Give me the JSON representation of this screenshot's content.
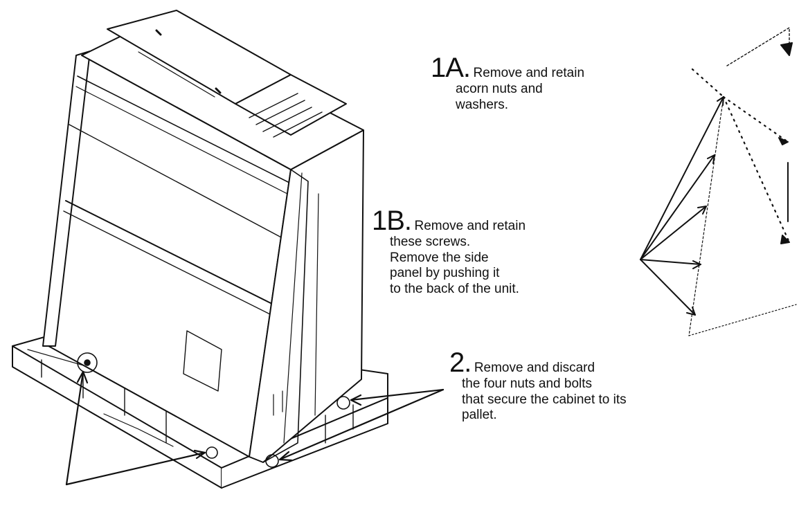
{
  "steps": [
    {
      "id": "1A",
      "number": "1A.",
      "lines": [
        "Remove and retain",
        "acorn nuts and",
        "washers."
      ]
    },
    {
      "id": "1B",
      "number": "1B.",
      "lines": [
        "Remove and retain",
        "these screws.",
        "Remove the side",
        "panel by pushing it",
        "to the back of the unit."
      ]
    },
    {
      "id": "2",
      "number": "2.",
      "lines": [
        "Remove and discard",
        "the four nuts and bolts",
        "that secure the cabinet to its",
        "pallet."
      ]
    }
  ]
}
